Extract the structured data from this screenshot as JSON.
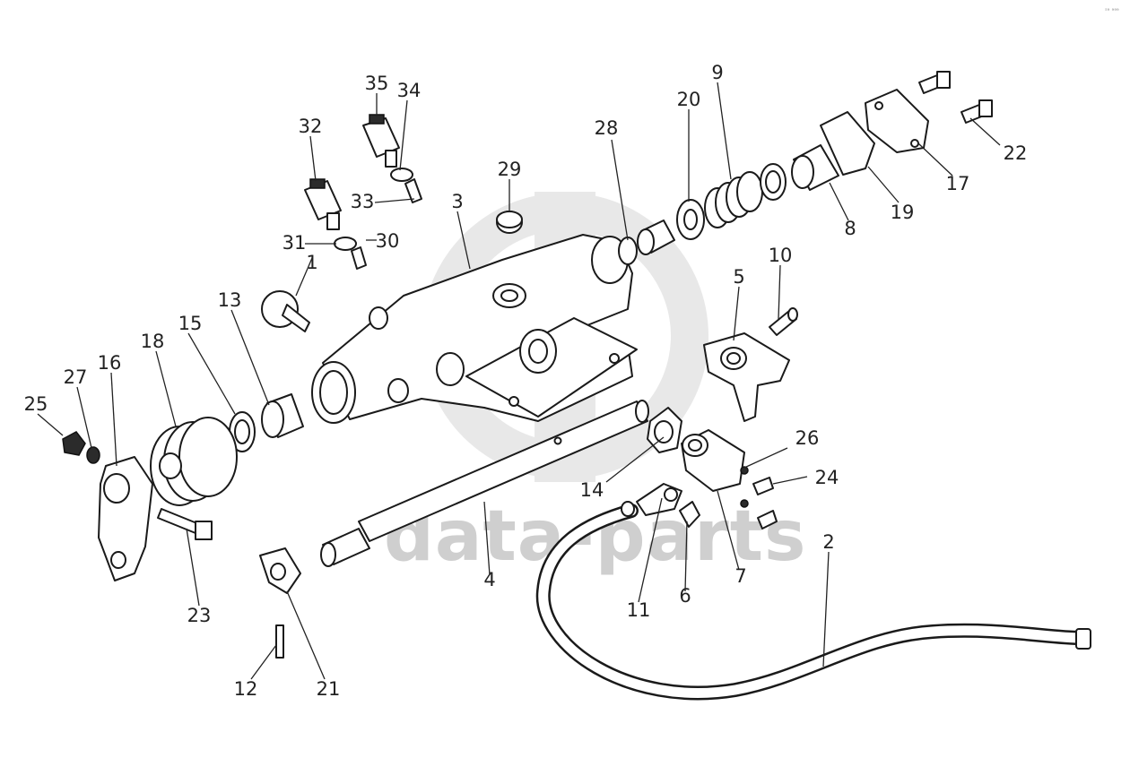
{
  "watermark": {
    "text": "data-parts"
  },
  "corner_mark": "ˢᵃ ᵃᵃᵃ",
  "callouts": [
    "35",
    "34",
    "33",
    "32",
    "31",
    "30",
    "1",
    "29",
    "28",
    "20",
    "9",
    "22",
    "17",
    "19",
    "8",
    "3",
    "13",
    "15",
    "18",
    "16",
    "27",
    "25",
    "10",
    "5",
    "26",
    "24",
    "14",
    "7",
    "6",
    "11",
    "4",
    "2",
    "23",
    "21",
    "12"
  ],
  "colors": {
    "line": "#1a1a1a",
    "watermark": "#cfcfcf",
    "background": "#ffffff"
  }
}
